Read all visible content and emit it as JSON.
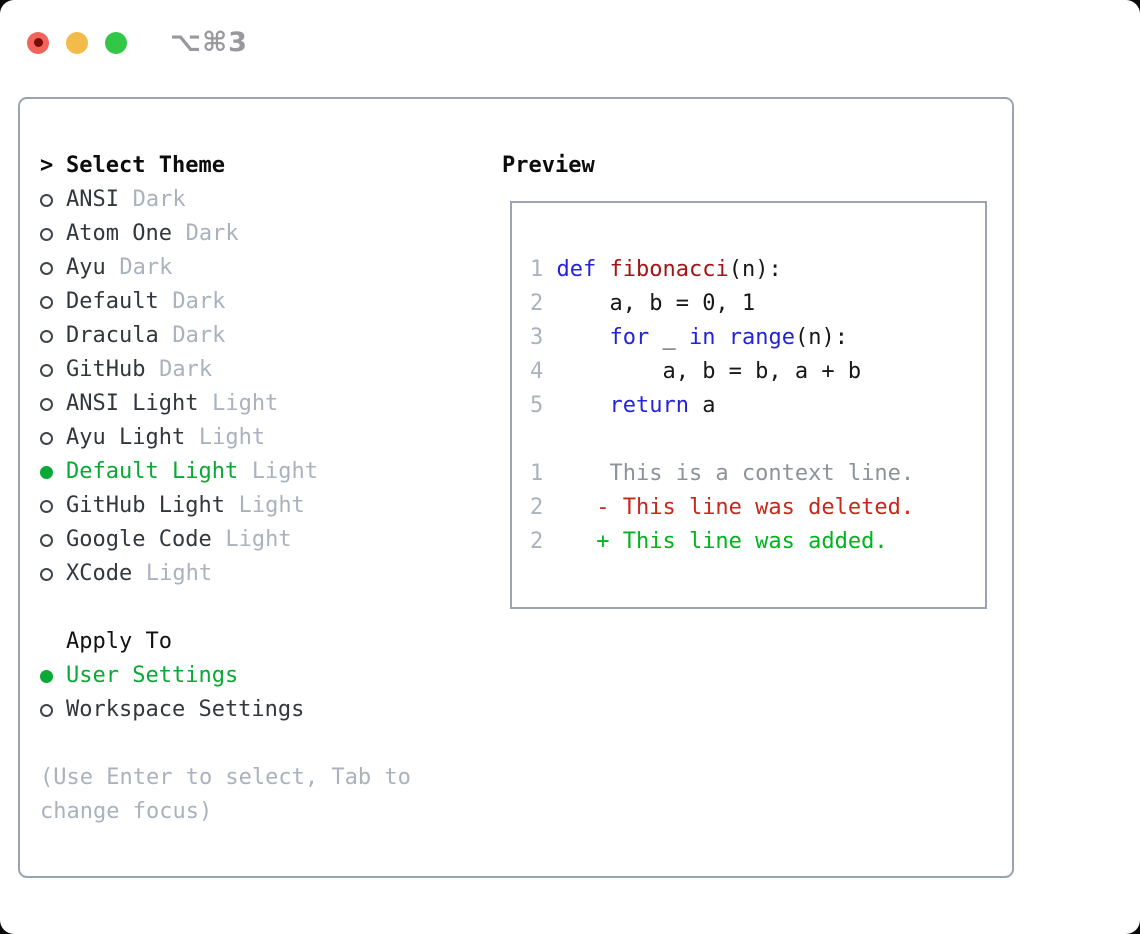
{
  "window": {
    "shortcut": "⌥⌘3"
  },
  "colors": {
    "accent-green": "#0aa834",
    "keyword-blue": "#2323dd",
    "function-red": "#a31414",
    "diff-red": "#c9271a",
    "diff-green": "#00b41e",
    "muted-gray": "#a9b2bd",
    "text-dark": "#32373d",
    "border-gray": "#9aa4b0",
    "context-gray": "#8d939b",
    "line-number-gray": "#a9b3bd",
    "traffic-red": "#f0645c",
    "traffic-red-dot": "#7a0c06",
    "traffic-yellow": "#f3bb49",
    "traffic-green": "#33c748",
    "shortcut-gray": "#98989d"
  },
  "theme_selector": {
    "prompt": ">",
    "title": "Select Theme",
    "themes": [
      {
        "name": "ANSI",
        "tag": "Dark",
        "selected": false
      },
      {
        "name": "Atom One",
        "tag": "Dark",
        "selected": false
      },
      {
        "name": "Ayu",
        "tag": "Dark",
        "selected": false
      },
      {
        "name": "Default",
        "tag": "Dark",
        "selected": false
      },
      {
        "name": "Dracula",
        "tag": "Dark",
        "selected": false
      },
      {
        "name": "GitHub",
        "tag": "Dark",
        "selected": false
      },
      {
        "name": "ANSI Light",
        "tag": "Light",
        "selected": false
      },
      {
        "name": "Ayu Light",
        "tag": "Light",
        "selected": false
      },
      {
        "name": "Default Light",
        "tag": "Light",
        "selected": true
      },
      {
        "name": "GitHub Light",
        "tag": "Light",
        "selected": false
      },
      {
        "name": "Google Code",
        "tag": "Light",
        "selected": false
      },
      {
        "name": "XCode",
        "tag": "Light",
        "selected": false
      }
    ],
    "apply_to": {
      "title": "Apply To",
      "options": [
        {
          "label": "User Settings",
          "selected": true
        },
        {
          "label": "Workspace Settings",
          "selected": false
        }
      ]
    },
    "help": "(Use Enter to select, Tab to change focus)"
  },
  "preview": {
    "title": "Preview",
    "code_lines": [
      {
        "num": "1",
        "tokens": [
          {
            "c": "plain",
            "t": " "
          },
          {
            "c": "keyword",
            "t": "def"
          },
          {
            "c": "plain",
            "t": " "
          },
          {
            "c": "function",
            "t": "fibonacci"
          },
          {
            "c": "plain",
            "t": "(n):"
          }
        ]
      },
      {
        "num": "2",
        "tokens": [
          {
            "c": "plain",
            "t": "     a, b = 0, 1"
          }
        ]
      },
      {
        "num": "3",
        "tokens": [
          {
            "c": "plain",
            "t": "     "
          },
          {
            "c": "keyword",
            "t": "for"
          },
          {
            "c": "plain",
            "t": " _ "
          },
          {
            "c": "keyword",
            "t": "in"
          },
          {
            "c": "plain",
            "t": " "
          },
          {
            "c": "keyword",
            "t": "range"
          },
          {
            "c": "plain",
            "t": "(n):"
          }
        ]
      },
      {
        "num": "4",
        "tokens": [
          {
            "c": "plain",
            "t": "         a, b = b, a + b"
          }
        ]
      },
      {
        "num": "5",
        "tokens": [
          {
            "c": "plain",
            "t": "     "
          },
          {
            "c": "keyword",
            "t": "return"
          },
          {
            "c": "plain",
            "t": " a"
          }
        ]
      }
    ],
    "diff_lines": [
      {
        "num": "1",
        "kind": "context",
        "text": "     This is a context line."
      },
      {
        "num": "2",
        "kind": "deleted",
        "text": "    - This line was deleted."
      },
      {
        "num": "2",
        "kind": "added",
        "text": "    + This line was added."
      }
    ]
  }
}
